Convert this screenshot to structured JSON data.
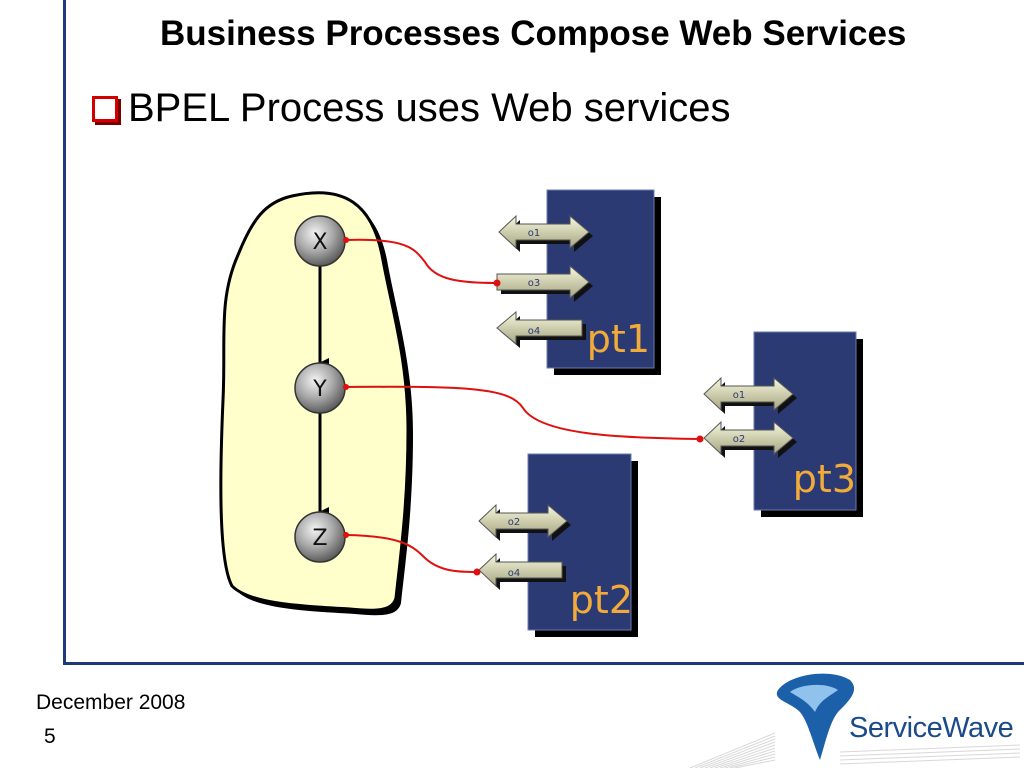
{
  "slide": {
    "title": "Business Processes Compose Web Services",
    "bullet": "BPEL Process uses Web services",
    "footer_date": "December 2008",
    "page_number": "5"
  },
  "logo": {
    "text": "ServiceWave"
  },
  "diagram": {
    "process_nodes": [
      "X",
      "Y",
      "Z"
    ],
    "port_types": [
      {
        "label": "pt1",
        "operations": [
          "o1",
          "o3",
          "o4"
        ]
      },
      {
        "label": "pt3",
        "operations": [
          "o1",
          "o2"
        ]
      },
      {
        "label": "pt2",
        "operations": [
          "o2",
          "o4"
        ]
      }
    ]
  },
  "colors": {
    "frame": "#1f3a7a",
    "process_fill": "#ffffcc",
    "porttype_fill": "#2b3a73",
    "invoke_arrow": "#e01010",
    "bullet": "#d40000",
    "brand": "#1b4a8a"
  }
}
